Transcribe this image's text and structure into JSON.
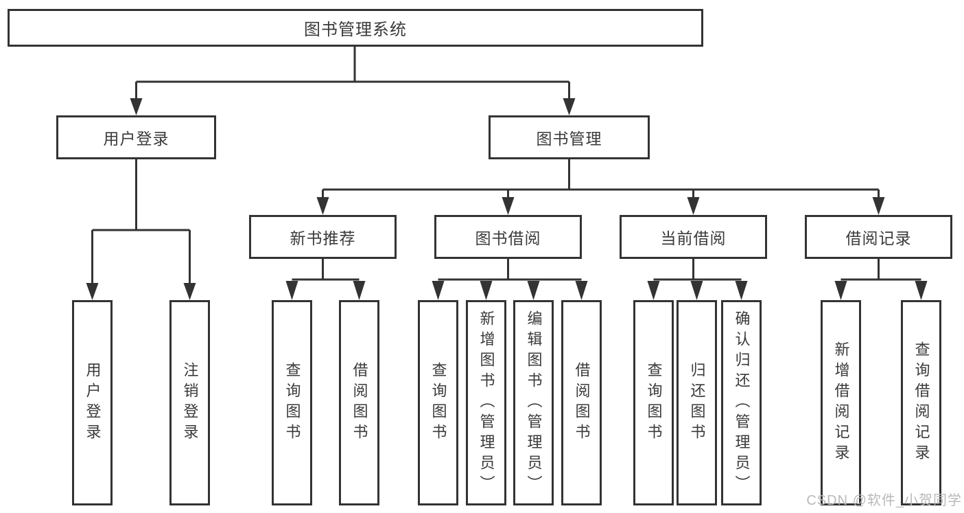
{
  "diagram": {
    "type": "hierarchy-tree",
    "root": {
      "label": "图书管理系统"
    },
    "level2": [
      {
        "label": "用户登录",
        "children_labels": [
          "用户登录",
          "注销登录"
        ]
      },
      {
        "label": "图书管理",
        "children_labels": [
          "新书推荐",
          "图书借阅",
          "当前借阅",
          "借阅记录"
        ]
      }
    ],
    "level3": [
      {
        "label": "新书推荐",
        "parent": "图书管理",
        "children_labels": [
          "查询图书",
          "借阅图书"
        ]
      },
      {
        "label": "图书借阅",
        "parent": "图书管理",
        "children_labels": [
          "查询图书",
          "新增图书（管理员）",
          "编辑图书（管理员）",
          "借阅图书"
        ]
      },
      {
        "label": "当前借阅",
        "parent": "图书管理",
        "children_labels": [
          "查询图书",
          "归还图书",
          "确认归还（管理员）"
        ]
      },
      {
        "label": "借阅记录",
        "parent": "图书管理",
        "children_labels": [
          "新增借阅记录",
          "查询借阅记录"
        ]
      }
    ],
    "leaves": [
      {
        "label": "用户登录",
        "parent": "用户登录"
      },
      {
        "label": "注销登录",
        "parent": "用户登录"
      },
      {
        "label": "查询图书",
        "parent": "新书推荐"
      },
      {
        "label": "借阅图书",
        "parent": "新书推荐"
      },
      {
        "label": "查询图书",
        "parent": "图书借阅"
      },
      {
        "label": "新增图书（管理员）",
        "parent": "图书借阅"
      },
      {
        "label": "编辑图书（管理员）",
        "parent": "图书借阅"
      },
      {
        "label": "借阅图书",
        "parent": "图书借阅"
      },
      {
        "label": "查询图书",
        "parent": "当前借阅"
      },
      {
        "label": "归还图书",
        "parent": "当前借阅"
      },
      {
        "label": "确认归还（管理员）",
        "parent": "当前借阅"
      },
      {
        "label": "新增借阅记录",
        "parent": "借阅记录"
      },
      {
        "label": "查询借阅记录",
        "parent": "借阅记录"
      }
    ],
    "watermark": "CSDN @软件_小贺同学",
    "colors": {
      "line": "#333333",
      "box_border": "#333333",
      "text": "#3a3a3a",
      "watermark": "#b9b9b9",
      "background": "#ffffff"
    }
  }
}
